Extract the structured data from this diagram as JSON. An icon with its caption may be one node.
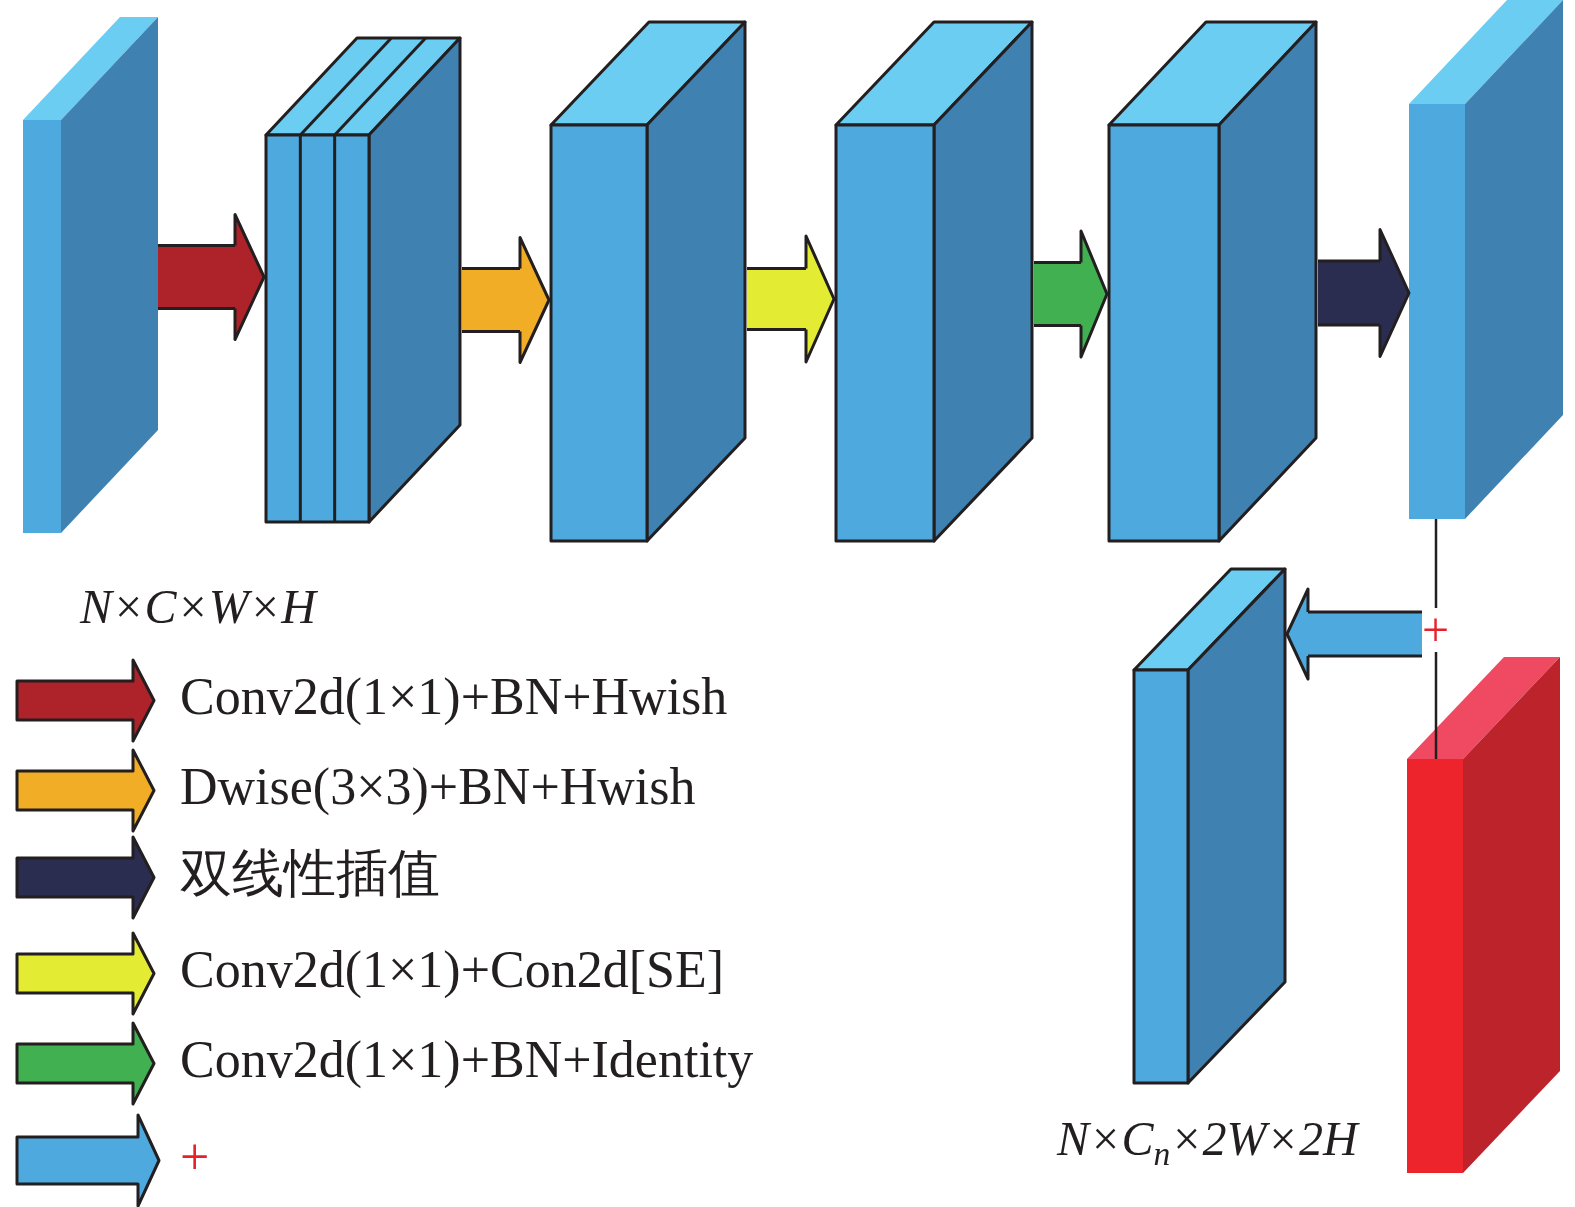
{
  "diagram": {
    "nodes": [
      {
        "text": [],
        "shape": "box",
        "beside": [
          "N×C×W×H"
        ]
      },
      {
        "text": [],
        "shape": "box"
      },
      {
        "text": [],
        "shape": "box"
      },
      {
        "text": [],
        "shape": "box"
      },
      {
        "text": [],
        "shape": "box"
      },
      {
        "text": [],
        "shape": "box"
      },
      {
        "text": [],
        "shape": "box",
        "beside": [
          "N×C$_{n}$×2W×2H"
        ]
      },
      {
        "text": [
          "+"
        ]
      },
      {
        "text": [],
        "shape": "box"
      }
    ],
    "edges": [
      {
        "from": 0,
        "to": 1,
        "arrow": "to",
        "color": "#ae2229"
      },
      {
        "from": 1,
        "to": 2,
        "arrow": "to",
        "color": "#f0ad25"
      },
      {
        "from": 2,
        "to": 3,
        "arrow": "to",
        "color": "#e4eb33"
      },
      {
        "from": 3,
        "to": 4,
        "arrow": "to",
        "color": "#40b050"
      },
      {
        "from": 4,
        "to": 5,
        "arrow": "to",
        "color": "#2b2d50"
      },
      {
        "from": 5,
        "to": 7,
        "arrow": "none"
      },
      {
        "from": 8,
        "to": 7,
        "arrow": "none"
      },
      {
        "from": 7,
        "to": 6,
        "arrow": "to",
        "color": "#4ea9df"
      }
    ],
    "legend": [
      {
        "text": "Conv2d(1×1)+BN+Hwish",
        "color": "#ae2229"
      },
      {
        "text": "Dwise(3×3)+BN+Hwish",
        "color": "#f0ad25"
      },
      {
        "text": "双线性插值",
        "color": "#2b2d50"
      },
      {
        "text": "Conv2d(1×1)+Con2d[SE]",
        "color": "#e4eb33"
      },
      {
        "text": "Conv2d(1×1)+BN+Identity",
        "color": "#40b050"
      },
      {
        "text": "+",
        "color": "#4ea9df"
      }
    ]
  }
}
